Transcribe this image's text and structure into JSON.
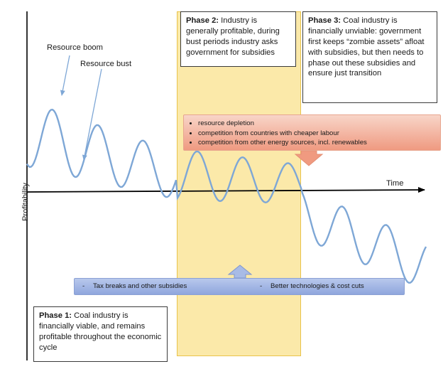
{
  "axes": {
    "y_label": "Profitability",
    "x_label": "Time"
  },
  "annotations": {
    "boom": "Resource boom",
    "bust": "Resource bust"
  },
  "phase1": {
    "title": "Phase 1:",
    "text": "Coal industry is financially viable, and remains profitable throughout the economic cycle"
  },
  "phase2": {
    "title": "Phase 2:",
    "text": "Industry is generally profitable, during bust periods industry asks government for subsidies"
  },
  "phase3": {
    "title": "Phase 3:",
    "text": "Coal industry is financially unviable: government first keeps “zombie assets” afloat with subsidies, but then needs to phase out these subsidies and ensure just transition"
  },
  "pressures": [
    "resource depletion",
    "competition from countries with cheaper labour",
    "competition from other energy sources, incl. renewables"
  ],
  "supports": [
    "Tax breaks and other subsidies",
    "Better technologies & cost cuts"
  ],
  "colors": {
    "curve": "#7ea7d6",
    "phase2_fill": "#fbe9a9",
    "phase2_border": "#e9c34b",
    "pressure_fill": "#f09a80",
    "support_fill": "#9db1e2"
  }
}
